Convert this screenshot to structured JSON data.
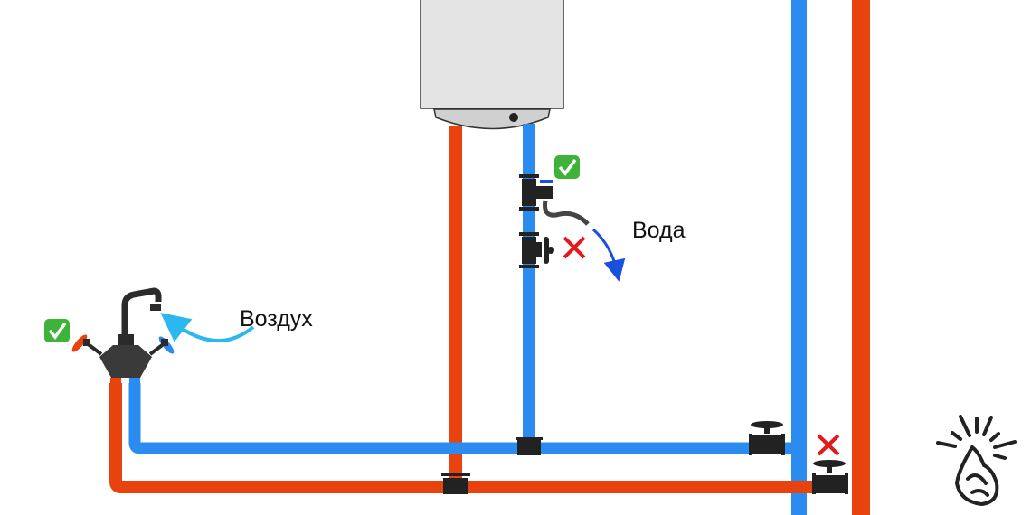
{
  "labels": {
    "water": "Вода",
    "air": "Воздух"
  },
  "icons": {
    "check": "white-check-mark-on-green",
    "cross": "red-x-mark",
    "snap": "snapping-fingers-hand"
  },
  "colors": {
    "hot_pipe": "#e8430f",
    "cold_pipe": "#2a8cf0",
    "fitting": "#222222",
    "heater_body": "#e4e4e4",
    "air_arrow": "#2cb8ee",
    "water_arrow": "#1a4fe0",
    "check_bg": "#3fb23a",
    "cross": "#e01b1b"
  }
}
